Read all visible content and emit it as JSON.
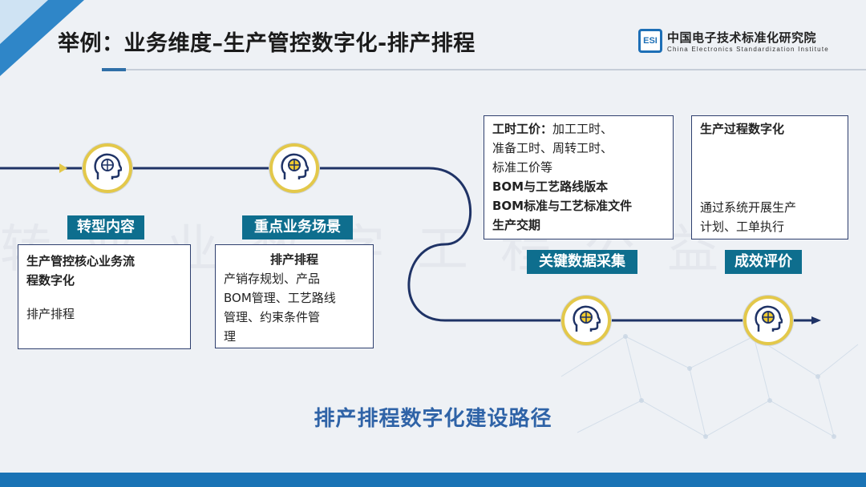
{
  "header": {
    "title": "举例：业务维度–生产管控数字化-排产排程",
    "org_name_cn": "中国电子技术标准化研究院",
    "org_name_en": "China Electronics Standardization Institute",
    "org_logo_text": "ESI"
  },
  "watermark_text": "转业业数字工程公益",
  "stages": [
    {
      "tag": "转型内容",
      "lines": [
        {
          "text": "生产管控核心业务流",
          "bold": true
        },
        {
          "text": "程数字化",
          "bold": true
        },
        {
          "text": "",
          "bold": false
        },
        {
          "text": "排产排程",
          "bold": false
        }
      ]
    },
    {
      "tag": "重点业务场景",
      "lines": [
        {
          "text": "排产排程",
          "bold": true
        },
        {
          "text": "产销存规划、产品",
          "bold": false
        },
        {
          "text": "BOM管理、工艺路线",
          "bold": false
        },
        {
          "text": "管理、约束条件管",
          "bold": false
        },
        {
          "text": "理",
          "bold": false
        }
      ]
    },
    {
      "tag": "关键数据采集",
      "lines": [
        {
          "text": "工时工价：",
          "bold": true,
          "inline_rest": "加工工时、"
        },
        {
          "text": "准备工时、周转工时、",
          "bold": false
        },
        {
          "text": "标准工价等",
          "bold": false
        },
        {
          "text": "BOM与工艺路线版本",
          "bold": true
        },
        {
          "text": "BOM标准与工艺标准文件",
          "bold": true
        },
        {
          "text": "生产交期",
          "bold": true
        }
      ]
    },
    {
      "tag": "成效评价",
      "lines": [
        {
          "text": "生产过程数字化",
          "bold": true
        },
        {
          "text": "",
          "bold": false
        },
        {
          "text": "",
          "bold": false
        },
        {
          "text": "",
          "bold": false
        },
        {
          "text": "通过系统开展生产",
          "bold": false
        },
        {
          "text": "计划、工单执行",
          "bold": false
        }
      ]
    }
  ],
  "bottom_title": "排产排程数字化建设路径",
  "icons": [
    "head-target-icon",
    "head-target-icon",
    "head-target-icon",
    "head-target-icon"
  ],
  "colors": {
    "path": "#1f3366",
    "tag_bg": "#0e6e8e",
    "node_ring": "#e3c84a",
    "accent_blue": "#2f63a7",
    "footer": "#1a73b5"
  }
}
